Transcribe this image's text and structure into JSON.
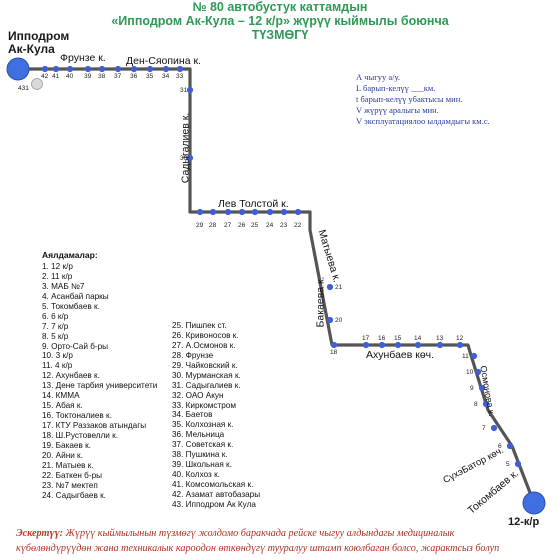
{
  "header": {
    "line1": "№ 80  автобустук каттамдын",
    "line2": "«Ипподром Ак-Кула –  12 к/р» жүрүү кыймылы боюнча",
    "line3": "ТҮЗМӨГҮ"
  },
  "map": {
    "terminal_start_line1": "Ипподром",
    "terminal_start_line2": "Ак-Кула",
    "terminal_end": "12-к/р",
    "streets": {
      "frunze": "Фрунзе к.",
      "den_syaopina": "Ден-Сяопина к.",
      "sadygaliev": "Садыгалиев к.",
      "lev_tolstoy": "Лев Толстой к.",
      "matyeva": "Матыева к.",
      "bakaeva": "Бакаева к.",
      "akhunbaev": "Ахунбаев көч.",
      "gorkogo": "Осмонова к.",
      "sukhebator": "СүхэБатор көч.",
      "tokombaev": "Токомбаев к."
    },
    "stop_numbers": {
      "top_row": [
        "42",
        "41",
        "40",
        "39",
        "38",
        "37",
        "36",
        "35",
        "34",
        "33"
      ],
      "top_left_extra": [
        "43",
        "1"
      ],
      "sadygaliev_col": [
        "31",
        "30"
      ],
      "tolstoy_row": [
        "29",
        "28",
        "27",
        "26",
        "25",
        "24",
        "23",
        "22"
      ],
      "bakaeva_col": [
        "21",
        "20"
      ],
      "akhunbaev_row": [
        "18",
        "17",
        "16",
        "15",
        "14",
        "13",
        "12"
      ],
      "right_col": [
        "11",
        "10",
        "9",
        "8",
        "7",
        "6",
        "5"
      ]
    }
  },
  "info": {
    "line1": "А чыгуу        а/у.",
    "line2": "L барып-келүү ___км.",
    "line3": "t барып-келүү убактысы     мин.",
    "line4": "V жүрүү аралыгы          мин.",
    "line5": "V эксплуатациялоо ылдамдыгы        км.с."
  },
  "stops": {
    "title": "Аялдамалар:",
    "col1": [
      "1. 12 к/р",
      "2. 11 к/р",
      "3. МАБ №7",
      "4. Асанбай паркы",
      "5. Токомбаев к.",
      "6. 6 к/р",
      "7. 7 к/р",
      "8. 5 к/р",
      "9. Орто-Сай б-ры",
      "10. 3 к/р",
      "11. 4 к/р",
      "12. Ахунбаев к.",
      "13. Дене тарбия университети",
      "14. КММА",
      "15. Абая к.",
      "16. Токтоналиев к.",
      "17. КТУ Раззаков атындагы",
      "18. Ш.Рустовелли к.",
      "19. Бакаев к.",
      "20. Айни к.",
      "21. Матыев к.",
      "22. Баткен б-ры",
      "23. №7 мектеп",
      "24. Садыгбаев к."
    ],
    "col2": [
      "25. Пишпек ст.",
      "26. Кривоносов к.",
      "27. А.Осмонов к.",
      "28. Фрунзе",
      "29. Чайковский к.",
      "30. Мурманская к.",
      "31. Садыгалиев к.",
      "32. ОАО Акун",
      "33. Киркомстром",
      "34. Баетов",
      "35. Колхозная к.",
      "36. Мельница",
      "37. Советская к.",
      "38. Пушкина к.",
      "39. Школьная к.",
      "40. Колхоз к.",
      "41. Комсомольская к.",
      "42. Азамат автобазары",
      "43. Ипподром Ак Кула"
    ]
  },
  "note": {
    "label": "Эскертүү:",
    "line1": " Жүрүү кыймылынын түзмөгү жолдомо баракчада рейске чыгуу алдындагы медициналык",
    "line2": "күбөлөндүрүүдөн жана техникалык кароодон өткөндүгү тууралуу штамп коюлбаган болсо, жарактсыз болуп"
  },
  "colors": {
    "route": "#555555",
    "stop_dot": "#3f5fd8",
    "terminal": "#3f6fe0",
    "header": "#2e9a57",
    "note": "#b03020"
  }
}
